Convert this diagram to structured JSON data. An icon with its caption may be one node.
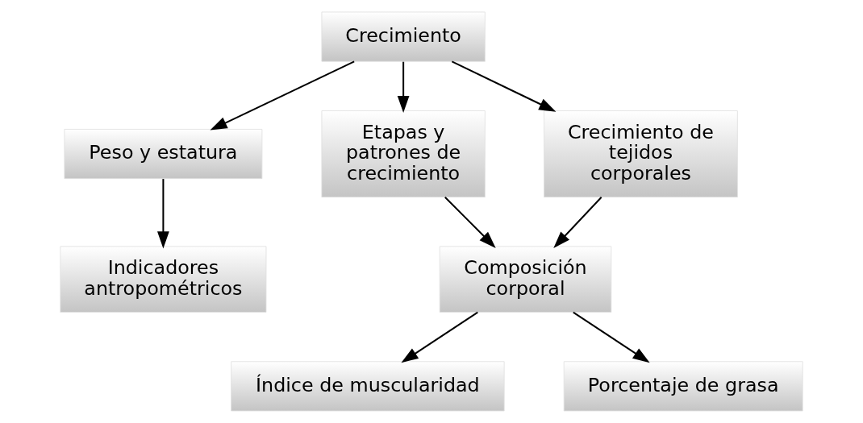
{
  "diagram": {
    "nodes": [
      {
        "text": [
          "Crecimiento"
        ]
      },
      {
        "text": [
          "Peso y estatura"
        ]
      },
      {
        "text": [
          "Etapas y patrones de crecimiento"
        ]
      },
      {
        "text": [
          "Crecimiento de tejidos corporales"
        ]
      },
      {
        "text": [
          "Indicadores antropométricos"
        ]
      },
      {
        "text": [
          "Composición corporal"
        ]
      },
      {
        "text": [
          "Índice de muscularidad"
        ]
      },
      {
        "text": [
          "Porcentaje de grasa"
        ]
      }
    ],
    "edges": [
      {
        "from": 0,
        "to": 1,
        "arrow": "to"
      },
      {
        "from": 0,
        "to": 2,
        "arrow": "to"
      },
      {
        "from": 0,
        "to": 3,
        "arrow": "to"
      },
      {
        "from": 1,
        "to": 4,
        "arrow": "to"
      },
      {
        "from": 2,
        "to": 5,
        "arrow": "to"
      },
      {
        "from": 3,
        "to": 5,
        "arrow": "to"
      },
      {
        "from": 5,
        "to": 6,
        "arrow": "to"
      },
      {
        "from": 5,
        "to": 7,
        "arrow": "to"
      }
    ]
  }
}
